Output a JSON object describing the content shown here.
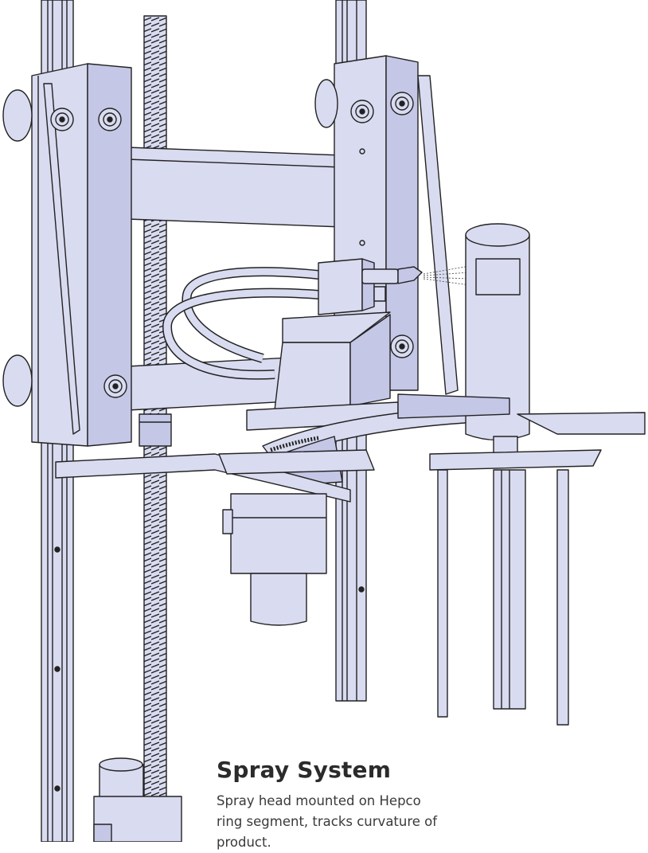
{
  "caption": {
    "title": "Spray System",
    "body": "Spray head mounted on Hepco ring segment, tracks curvature of product."
  },
  "colors": {
    "fill": "#d9dbf0",
    "fill_dark": "#c4c7e6",
    "stroke": "#222222",
    "text": "#2b2b2b"
  },
  "icons": [
    "lead-screw",
    "stepper-motor",
    "spray-nozzle",
    "bolt"
  ]
}
